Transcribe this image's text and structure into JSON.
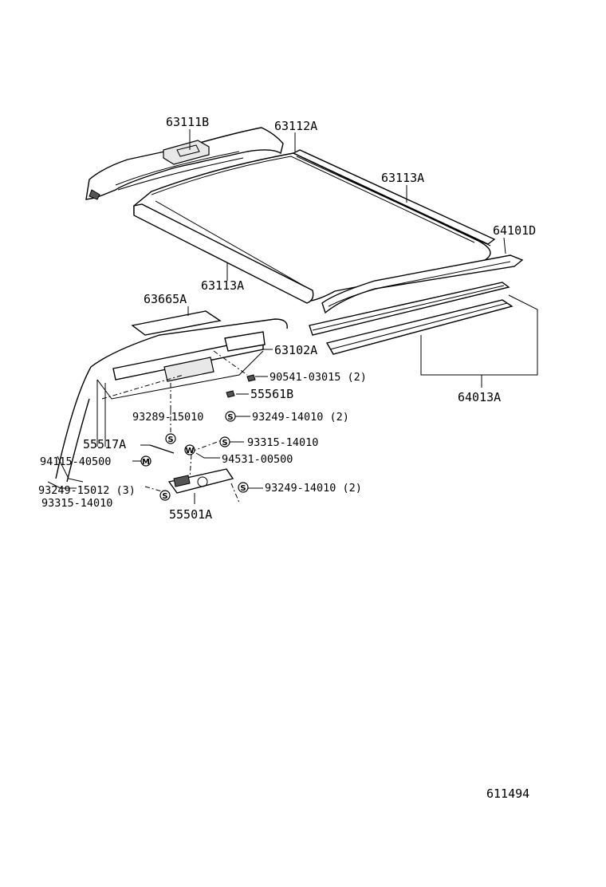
{
  "parts": {
    "p63111B": "63111B",
    "p63112A": "63112A",
    "p63113A_right": "63113A",
    "p64101D": "64101D",
    "p63113A_left": "63113A",
    "p63665A": "63665A",
    "p63102A": "63102A",
    "p90541": "90541-03015 (2)",
    "p55561B": "55561B",
    "p64013A": "64013A",
    "p93289": "93289-15010",
    "p93249_a": "93249-14010 (2)",
    "p55517A": "55517A",
    "p93315_a": "93315-14010",
    "p94115": "94115-40500",
    "p94531": "94531-00500",
    "p93249_15012": "93249-15012 (3)",
    "p93249_b": "93249-14010 (2)",
    "p93315_b": "93315-14010",
    "p55501A": "55501A"
  },
  "symbols": {
    "s": "S",
    "m": "M",
    "w": "W"
  },
  "figure_number": "611494"
}
